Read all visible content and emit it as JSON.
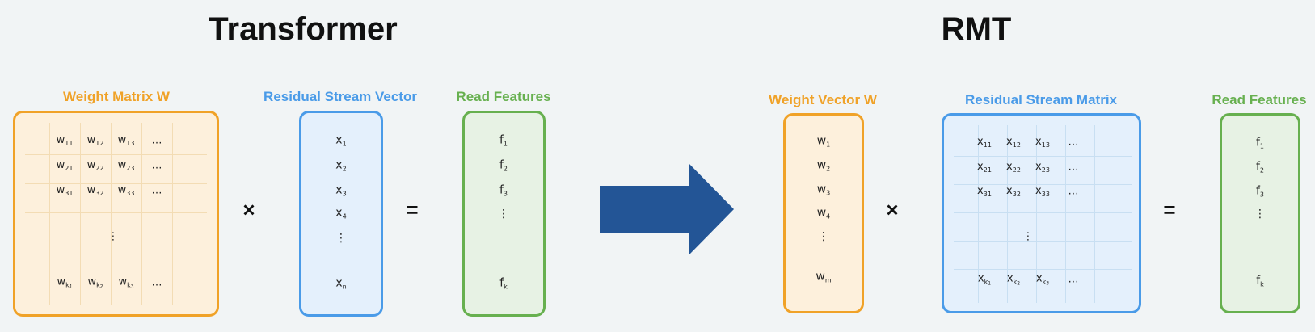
{
  "titles": {
    "left": "Transformer",
    "right": "RMT"
  },
  "left": {
    "weight_label": "Weight Matrix W",
    "residual_label": "Residual Stream Vector",
    "read_label": "Read Features",
    "multiply": "×",
    "equals": "=",
    "weight_rows": [
      [
        "w",
        "11",
        "w",
        "12",
        "w",
        "13"
      ],
      [
        "w",
        "21",
        "w",
        "22",
        "w",
        "23"
      ],
      [
        "w",
        "31",
        "w",
        "32",
        "w",
        "33"
      ]
    ],
    "dots_h": "…",
    "dots_v": "⋮",
    "residual_items": [
      {
        "base": "x",
        "sub": "1"
      },
      {
        "base": "x",
        "sub": "2"
      },
      {
        "base": "x",
        "sub": "3"
      },
      {
        "base": "x",
        "sub": "4"
      }
    ],
    "residual_last": {
      "base": "x",
      "sub": "n"
    },
    "read_items": [
      {
        "base": "f",
        "sub": "1"
      },
      {
        "base": "f",
        "sub": "2"
      },
      {
        "base": "f",
        "sub": "3"
      }
    ],
    "read_last": {
      "base": "f",
      "sub": "k"
    }
  },
  "right": {
    "weight_label": "Weight Vector W",
    "residual_label": "Residual Stream Matrix",
    "read_label": "Read Features",
    "multiply": "×",
    "equals": "=",
    "weight_items": [
      {
        "base": "w",
        "sub": "1"
      },
      {
        "base": "w",
        "sub": "2"
      },
      {
        "base": "w",
        "sub": "3"
      },
      {
        "base": "w",
        "sub": "4"
      }
    ],
    "weight_last": {
      "base": "w",
      "sub": "m"
    },
    "read_items": [
      {
        "base": "f",
        "sub": "1"
      },
      {
        "base": "f",
        "sub": "2"
      },
      {
        "base": "f",
        "sub": "3"
      }
    ],
    "read_last": {
      "base": "f",
      "sub": "k"
    }
  },
  "colors": {
    "orange": "#f0a228",
    "blue": "#4a9be8",
    "green": "#67b04f",
    "arrow": "#235596"
  }
}
